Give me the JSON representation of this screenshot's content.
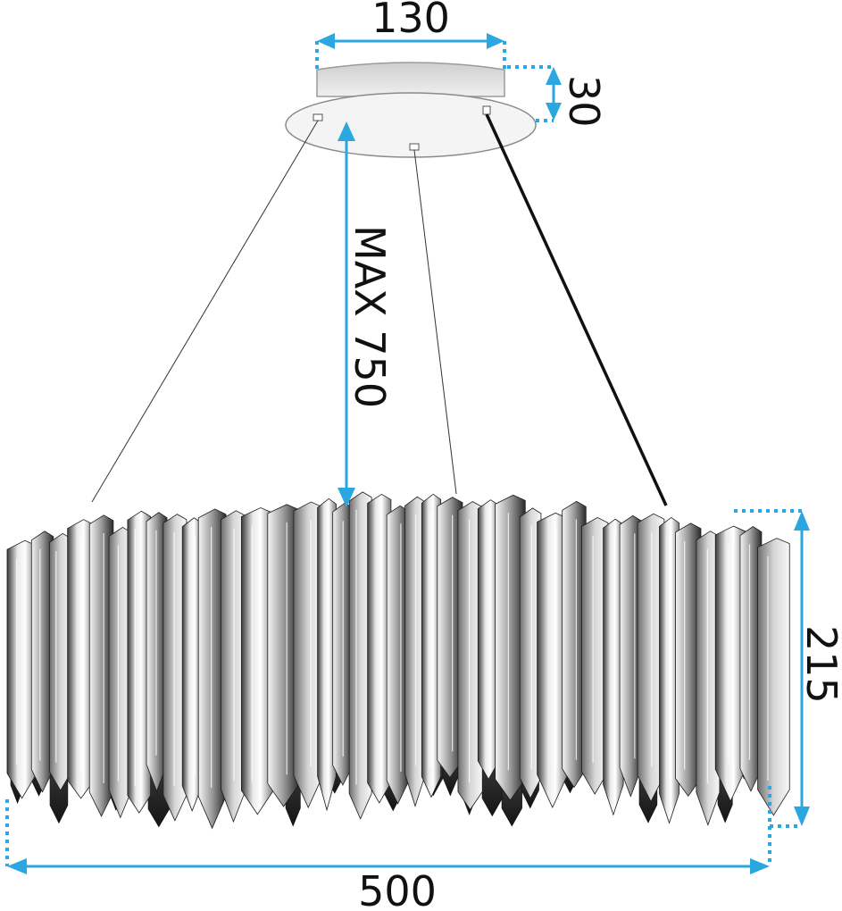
{
  "dimensions": {
    "canopy_width": "130",
    "canopy_height": "30",
    "max_drop": "MAX 750",
    "shade_height": "215",
    "shade_diameter": "500"
  },
  "colors": {
    "dimension": "#2aa6e0",
    "canopy_fill": "#f3f3f3",
    "canopy_side": "#d8d8d8",
    "cable": "#222222",
    "chrome_light": "#f0f0f0",
    "chrome_dark": "#202020"
  }
}
